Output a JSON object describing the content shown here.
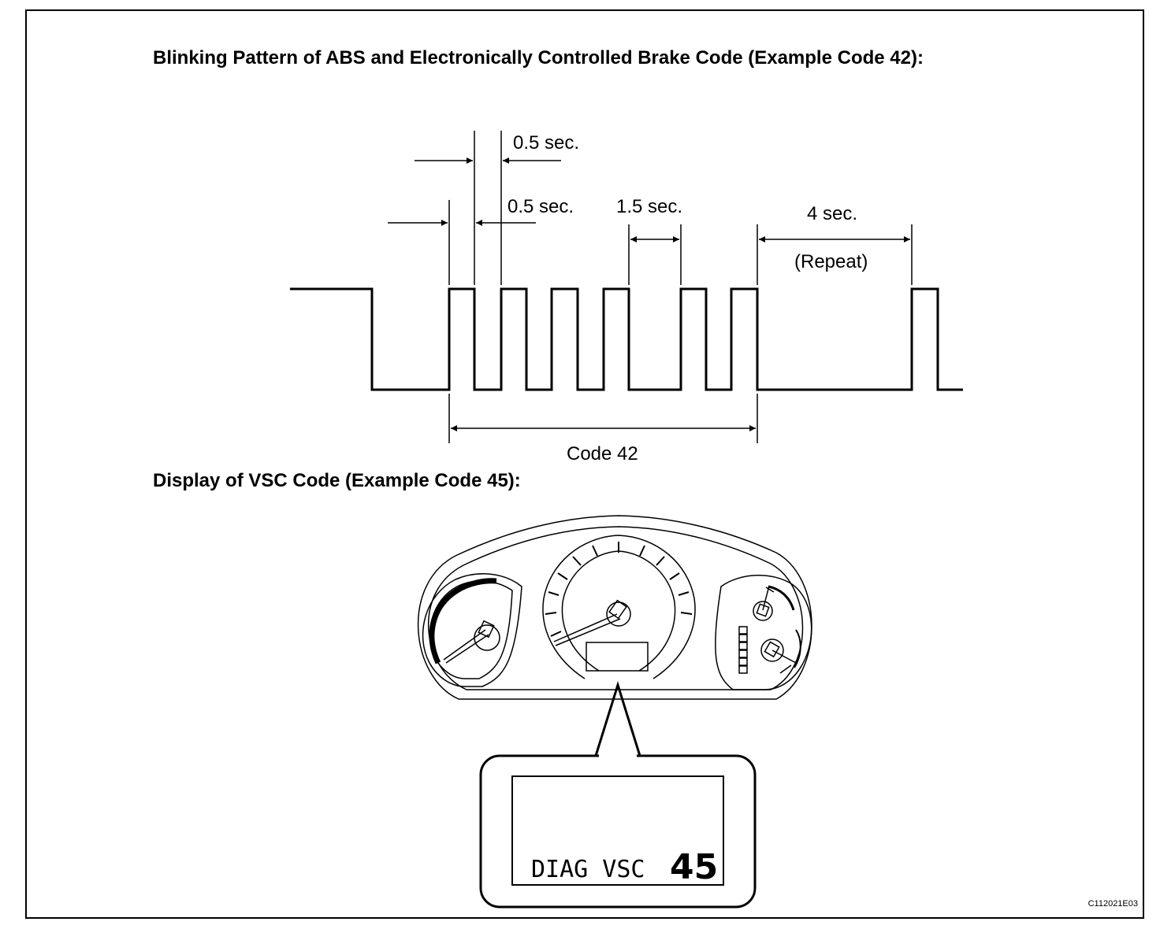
{
  "headings": {
    "blink_pattern": "Blinking Pattern of ABS and Electronically Controlled Brake Code (Example Code 42):",
    "vsc_display": "Display of  VSC Code (Example Code 45):"
  },
  "timing_labels": {
    "pulse_width": "0.5 sec.",
    "pulse_gap": "0.5 sec.",
    "digit_gap": "1.5 sec.",
    "repeat_gap": "4 sec.",
    "repeat_note": "(Repeat)",
    "code_span": "Code 42"
  },
  "display": {
    "text": "DIAG VSC",
    "code": "45"
  },
  "figure_id": "C112021E03"
}
